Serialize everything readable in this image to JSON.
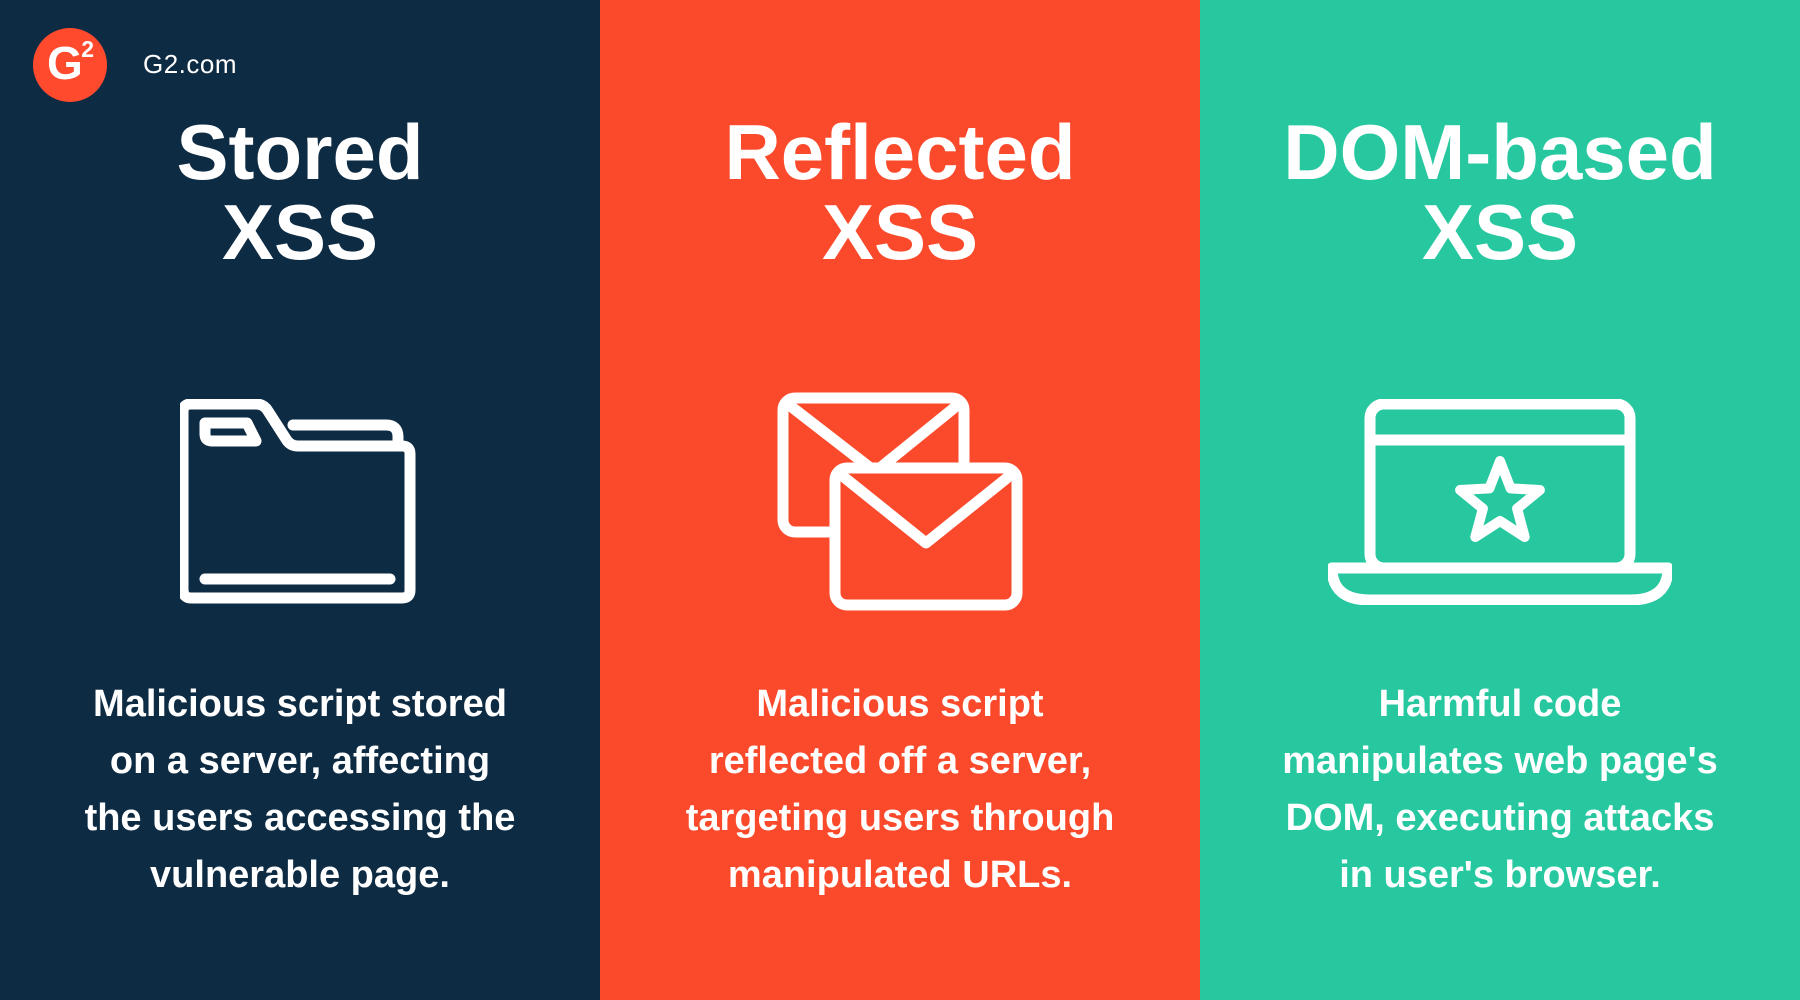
{
  "brand": {
    "logo_glyph_g": "G",
    "logo_glyph_2": "2",
    "logo_label": "G2.com"
  },
  "colors": {
    "navy": "#0E2B44",
    "orange": "#FB4A2B",
    "teal": "#27C8A0",
    "logo_red": "#FF4A2D",
    "text_white": "#FFFFFF"
  },
  "columns": [
    {
      "id": "stored-xss",
      "title": "Stored\nXSS",
      "icon": "folder-icon",
      "description": "Malicious script stored\non a server, affecting\nthe users accessing the\nvulnerable page."
    },
    {
      "id": "reflected-xss",
      "title": "Reflected\nXSS",
      "icon": "envelopes-icon",
      "description": "Malicious script\nreflected off a server,\ntargeting users through\nmanipulated URLs."
    },
    {
      "id": "dom-based-xss",
      "title": "DOM-based\nXSS",
      "icon": "laptop-star-icon",
      "description": "Harmful code\nmanipulates web page's\nDOM, executing attacks\nin user's browser."
    }
  ]
}
